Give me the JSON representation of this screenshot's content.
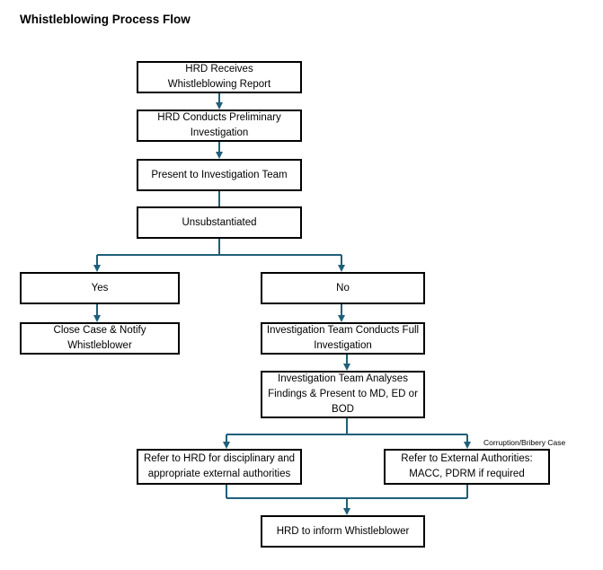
{
  "title": "Whistleblowing Process Flow",
  "nodes": {
    "receive": "HRD Receives\nWhistleblowing Report",
    "preliminary": "HRD Conducts Preliminary\nInvestigation",
    "present": "Present to Investigation Team",
    "unsubstantiated": "Unsubstantiated",
    "yes": "Yes",
    "no": "No",
    "close": "Close Case & Notify\nWhistleblower",
    "full": "Investigation Team Conducts Full\nInvestigation",
    "analyse": "Investigation Team Analyses\nFindings & Present to MD, ED or\nBOD",
    "refer_hrd": "Refer to HRD for disciplinary and\nappropriate external authorities",
    "refer_external": "Refer to External Authorities:\nMACC, PDRM if required",
    "inform": "HRD to inform Whistleblower"
  },
  "notes": {
    "corruption": "Corruption/Bribery Case"
  },
  "colors": {
    "connector": "#1f5f7a",
    "border": "#000000"
  }
}
